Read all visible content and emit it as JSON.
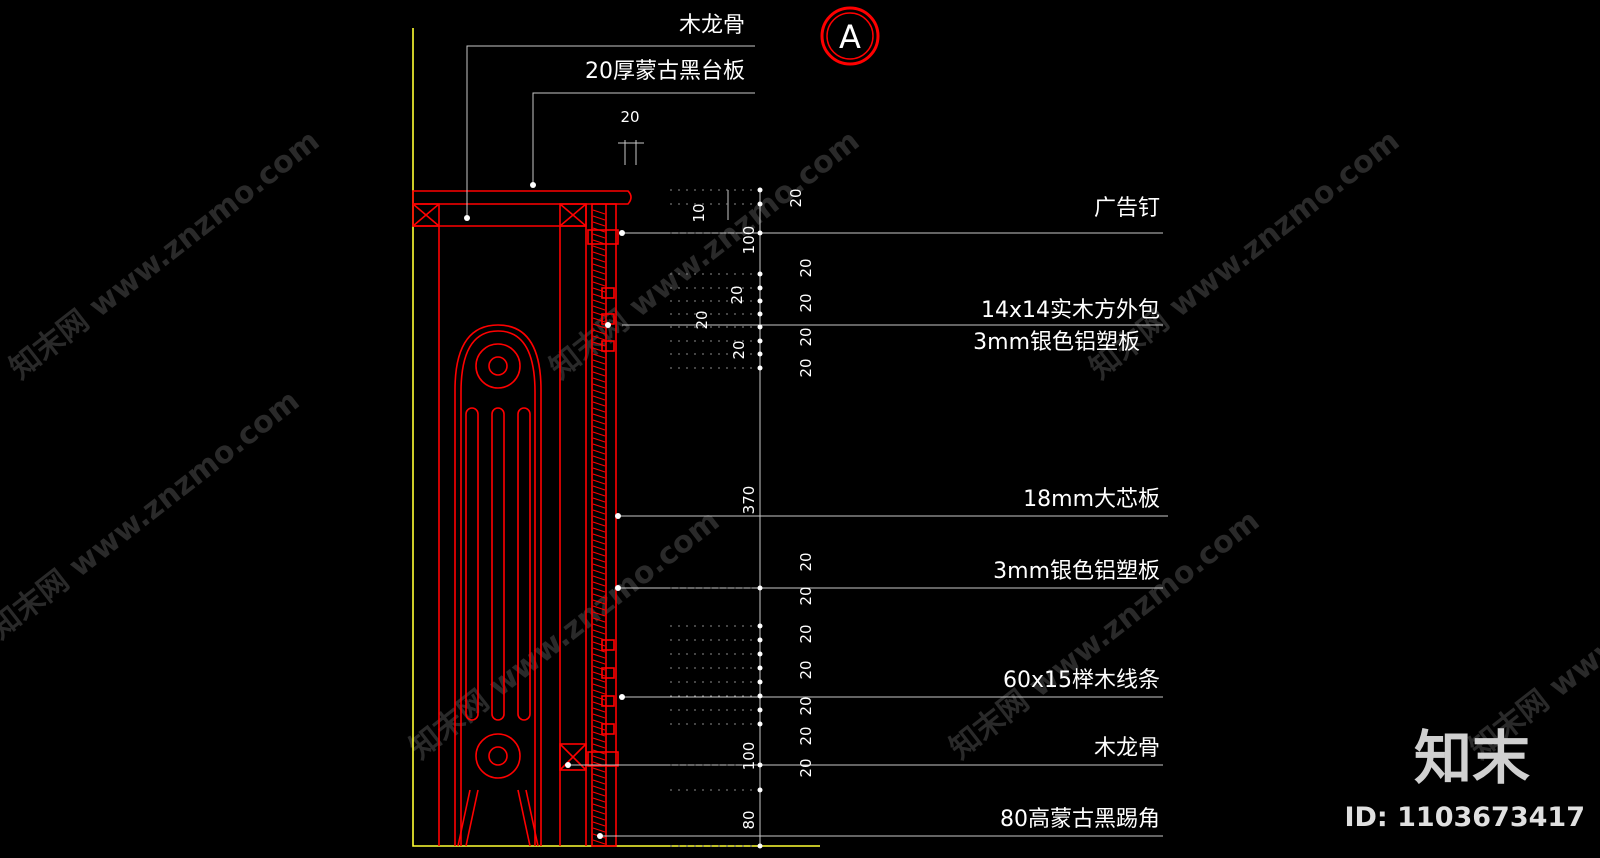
{
  "labels": {
    "top_joist": "木龙骨",
    "countertop": "20厚蒙古黑台板",
    "nail": "广告钉",
    "wood_strip_1": "14x14实木方外包",
    "wood_strip_2": "3mm银色铝塑板",
    "core_board": "18mm大芯板",
    "panel": "3mm银色铝塑板",
    "beech_line": "60x15榉木线条",
    "bottom_joist": "木龙骨",
    "skirting": "80高蒙古黑踢角"
  },
  "section_mark": "A",
  "dims": {
    "top_width": "20",
    "d20_top": "20",
    "d10": "10",
    "d100_top": "100",
    "r1": "20",
    "r2": "20",
    "r3": "20",
    "r4": "20",
    "l1": "20",
    "l2": "20",
    "l3": "20",
    "d370": "370",
    "m1": "20",
    "m2": "20",
    "b1": "20",
    "b2": "20",
    "b3": "20",
    "b4": "20",
    "b5": "20",
    "d100_bot": "100",
    "d80": "80"
  },
  "watermark": {
    "text": "知末网 www.znzmo.com",
    "logo": "知末",
    "id": "ID: 1103673417"
  },
  "colors": {
    "background": "#000000",
    "drawing": "#ff0000",
    "wall": "#ffff33",
    "leader": "#c8c8c8"
  }
}
